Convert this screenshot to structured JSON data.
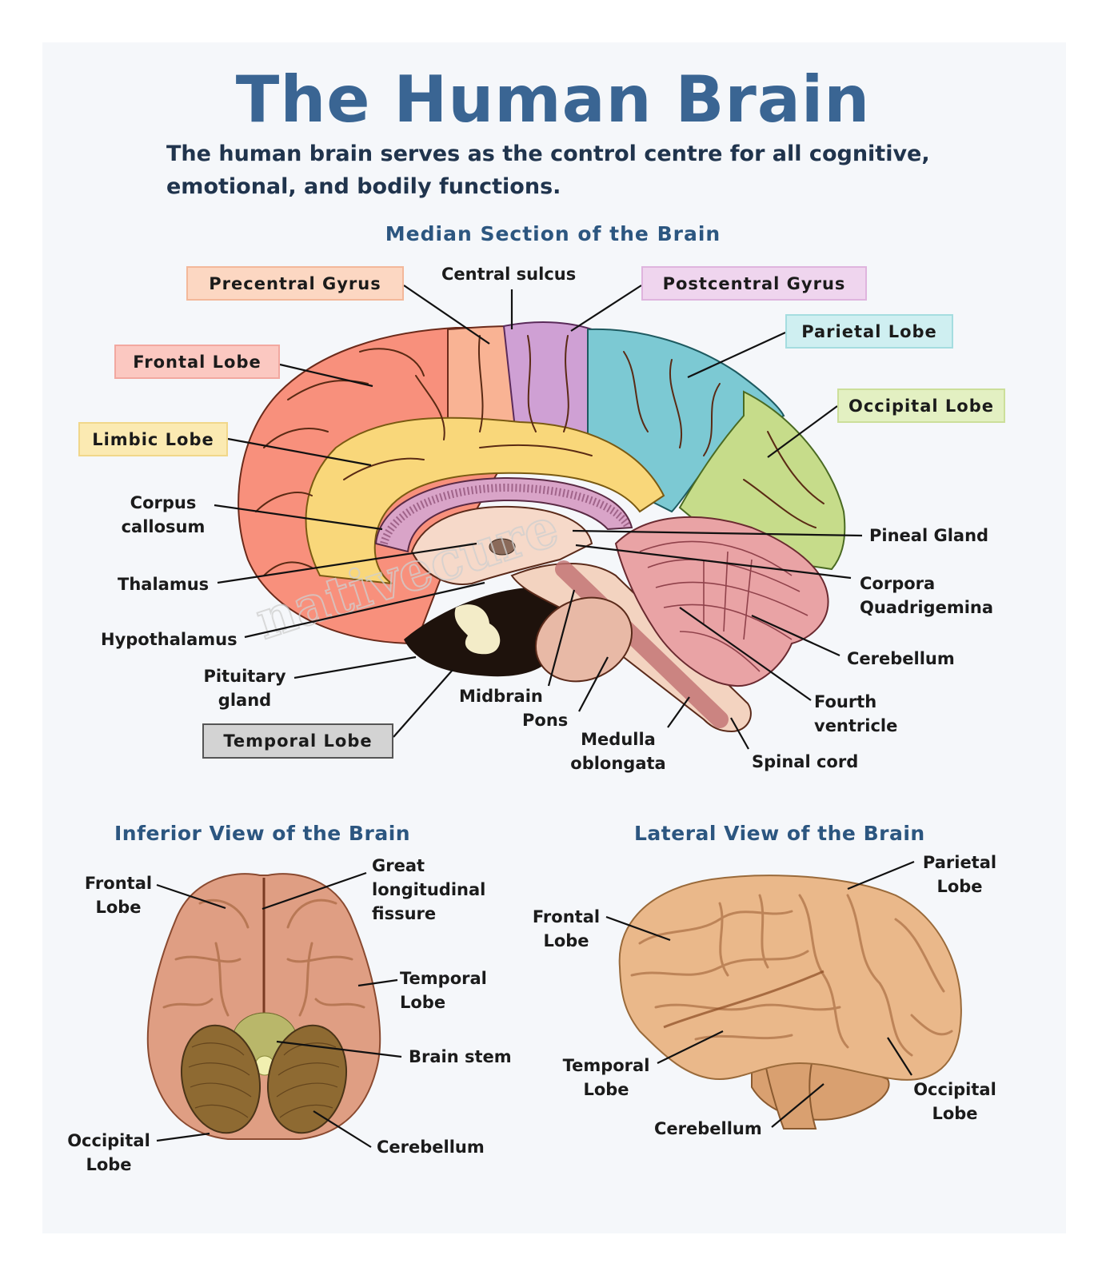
{
  "colors": {
    "title": "#3a6593",
    "heading": "#2c5680",
    "precentral": "#fcd7c2",
    "frontal": "#fbc8c1",
    "limbic": "#fbeab2",
    "postcentral": "#efd5ee",
    "parietal": "#cfeff1",
    "occipital": "#e3f0c2",
    "temporal": "#d3d3d3"
  },
  "title": "The Human Brain",
  "subtitle": "The human brain serves as the control centre for all cognitive, emotional, and bodily functions.",
  "median": {
    "heading": "Median Section of the Brain",
    "boxes": {
      "precentral": "Precentral Gyrus",
      "postcentral": "Postcentral Gyrus",
      "parietal": "Parietal Lobe",
      "frontal": "Frontal Lobe",
      "occipital": "Occipital Lobe",
      "limbic": "Limbic Lobe",
      "temporal": "Temporal Lobe"
    },
    "labels": {
      "central_sulcus": "Central sulcus",
      "corpus_callosum": "Corpus\ncallosum",
      "thalamus": "Thalamus",
      "hypothalamus": "Hypothalamus",
      "pituitary": "Pituitary\ngland",
      "midbrain": "Midbrain",
      "pons": "Pons",
      "medulla": "Medulla\noblongata",
      "spinal_cord": "Spinal cord",
      "pineal": "Pineal Gland",
      "corpora": "Corpora\nQuadrigemina",
      "cerebellum": "Cerebellum",
      "fourth_ventricle": "Fourth\nventricle"
    },
    "watermark": "nativecure"
  },
  "inferior": {
    "heading": "Inferior View of the Brain",
    "labels": {
      "frontal": "Frontal\nLobe",
      "fissure": "Great\nlongitudinal\nfissure",
      "temporal": "Temporal\nLobe",
      "brain_stem": "Brain stem",
      "occipital": "Occipital\nLobe",
      "cerebellum": "Cerebellum"
    }
  },
  "lateral": {
    "heading": "Lateral View of the Brain",
    "labels": {
      "parietal": "Parietal\nLobe",
      "frontal": "Frontal\nLobe",
      "temporal": "Temporal\nLobe",
      "occipital": "Occipital\nLobe",
      "cerebellum": "Cerebellum"
    }
  }
}
